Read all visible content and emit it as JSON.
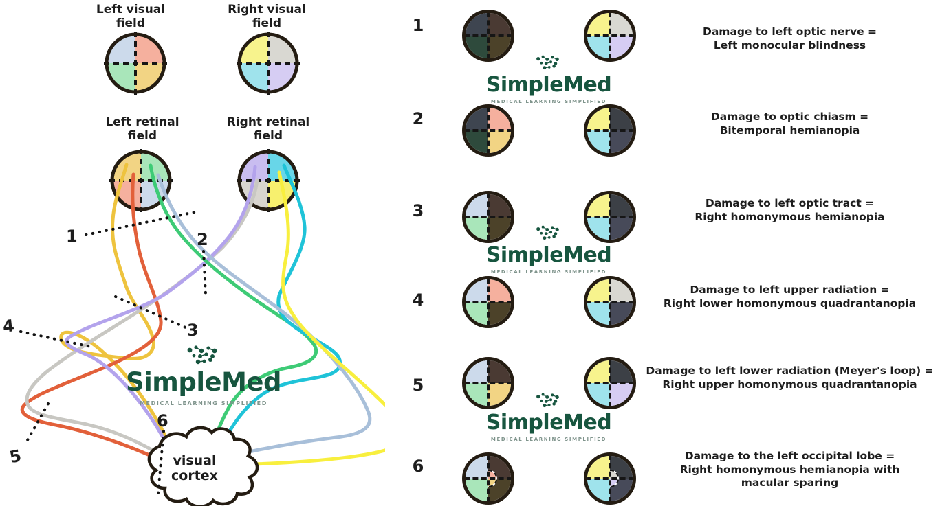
{
  "palette": {
    "ink": "#141414",
    "outline": "#241c12",
    "brand_green": "#17553f",
    "tagline_gray": "#7f948c",
    "lf_tl": "#ccdaeb",
    "lf_tr": "#f5b09e",
    "lf_bl": "#a9e6ba",
    "lf_br": "#f2d484",
    "rf_tl": "#f7f38d",
    "rf_tr": "#d9d8d2",
    "rf_bl": "#9fe3ec",
    "rf_br": "#d6cdf3",
    "lf_tl_d": "#3e4550",
    "lf_tr_d": "#4a3a33",
    "lf_bl_d": "#2e4a3c",
    "lf_br_d": "#4c4229",
    "rf_tr_d": "#3c4046",
    "rf_br_d": "#474a59",
    "rr_tl": "#c9bdf0",
    "rr_tr": "#68d6e8",
    "rr_bl": "#d8d5cf",
    "rr_br": "#f7f06e",
    "line_gold": "#eec33e",
    "line_orange": "#e2603a",
    "line_green": "#3ecb76",
    "line_steel": "#a8bfd9",
    "line_lavender": "#b3a3ec",
    "line_silver": "#c8c7c2",
    "line_cyan": "#1fc3d8",
    "line_yellow": "#f8ef3e"
  },
  "logo": {
    "name": "SimpleMed",
    "tagline": "MEDICAL LEARNING SIMPLIFIED",
    "icon": "molecule-dots-icon"
  },
  "left_panel": {
    "visual_left": {
      "label1": "Left visual",
      "label2": "field",
      "quadrants": {
        "tl": "lf_tl",
        "tr": "lf_tr",
        "bl": "lf_bl",
        "br": "lf_br"
      }
    },
    "visual_right": {
      "label1": "Right visual",
      "label2": "field",
      "quadrants": {
        "tl": "rf_tl",
        "tr": "rf_tr",
        "bl": "rf_bl",
        "br": "rf_br"
      }
    },
    "retinal_left": {
      "label1": "Left retinal",
      "label2": "field",
      "quadrants": {
        "tl": "lf_br",
        "tr": "lf_bl",
        "bl": "lf_tr",
        "br": "lf_tl"
      }
    },
    "retinal_right": {
      "label1": "Right retinal",
      "label2": "field",
      "quadrants": {
        "tl": "rr_tl",
        "tr": "rr_tr",
        "bl": "rr_bl",
        "br": "rr_br"
      }
    },
    "cortex_label1": "visual",
    "cortex_label2": "cortex",
    "lesion_numbers": [
      "1",
      "2",
      "3",
      "4",
      "5",
      "6"
    ]
  },
  "right_panel": {
    "rows": [
      {
        "number": "1",
        "left_eye": {
          "tl": "lf_tl_d",
          "tr": "lf_tr_d",
          "bl": "lf_bl_d",
          "br": "lf_br_d"
        },
        "right_eye": {
          "tl": "rf_tl",
          "tr": "rf_tr",
          "bl": "rf_bl",
          "br": "rf_br"
        },
        "text": [
          "Damage to left optic nerve =",
          "Left monocular blindness"
        ]
      },
      {
        "number": "2",
        "left_eye": {
          "tl": "lf_tl_d",
          "tr": "lf_tr",
          "bl": "lf_bl_d",
          "br": "lf_br"
        },
        "right_eye": {
          "tl": "rf_tl",
          "tr": "rf_tr_d",
          "bl": "rf_bl",
          "br": "rf_br_d"
        },
        "text": [
          "Damage to optic chiasm =",
          "Bitemporal hemianopia"
        ]
      },
      {
        "number": "3",
        "left_eye": {
          "tl": "lf_tl",
          "tr": "lf_tr_d",
          "bl": "lf_bl",
          "br": "lf_br_d"
        },
        "right_eye": {
          "tl": "rf_tl",
          "tr": "rf_tr_d",
          "bl": "rf_bl",
          "br": "rf_br_d"
        },
        "text": [
          "Damage to left optic tract =",
          "Right homonymous hemianopia"
        ]
      },
      {
        "number": "4",
        "left_eye": {
          "tl": "lf_tl",
          "tr": "lf_tr",
          "bl": "lf_bl",
          "br": "lf_br_d"
        },
        "right_eye": {
          "tl": "rf_tl",
          "tr": "rf_tr",
          "bl": "rf_bl",
          "br": "rf_br_d"
        },
        "text": [
          "Damage to left upper radiation =",
          "Right lower homonymous quadrantanopia"
        ]
      },
      {
        "number": "5",
        "left_eye": {
          "tl": "lf_tl",
          "tr": "lf_tr_d",
          "bl": "lf_bl",
          "br": "lf_br"
        },
        "right_eye": {
          "tl": "rf_tl",
          "tr": "rf_tr_d",
          "bl": "rf_bl",
          "br": "rf_br"
        },
        "text": [
          "Damage to left lower radiation (Meyer's loop) =",
          "Right upper homonymous quadrantanopia"
        ]
      },
      {
        "number": "6",
        "left_eye": {
          "tl": "lf_tl",
          "tr": "lf_tr_d",
          "bl": "lf_bl",
          "br": "lf_br_d",
          "spare_top": "lf_tr",
          "spare_bottom": "lf_br"
        },
        "right_eye": {
          "tl": "rf_tl",
          "tr": "rf_tr_d",
          "bl": "rf_bl",
          "br": "rf_br_d",
          "spare_top": "rf_tr",
          "spare_bottom": "rf_br"
        },
        "text": [
          "Damage to the left occipital lobe =",
          "Right homonymous hemianopia with",
          "macular sparing"
        ]
      }
    ]
  }
}
